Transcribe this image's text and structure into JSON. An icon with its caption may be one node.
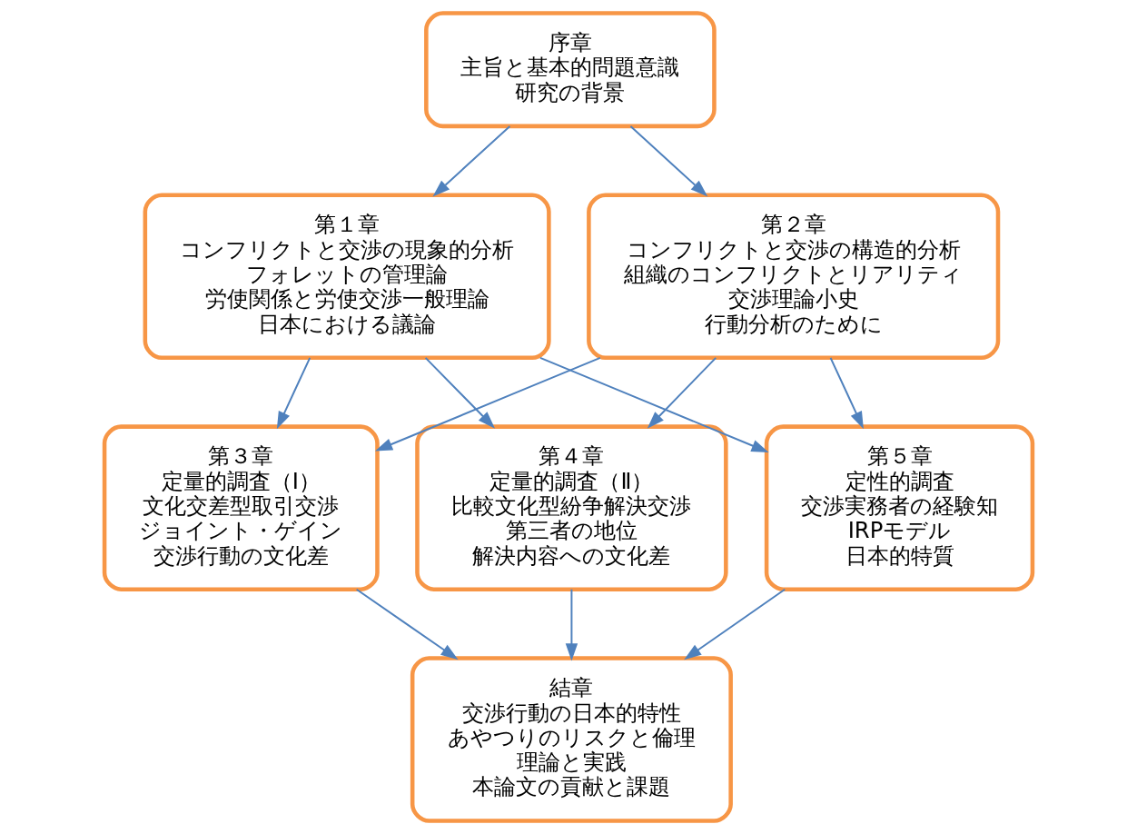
{
  "diagram": {
    "nodes": [
      {
        "text": [
          "序章",
          "主旨と基本的問題意識",
          "研究の背景"
        ]
      },
      {
        "text": [
          "第１章",
          "コンフリクトと交渉の現象的分析",
          "フォレットの管理論",
          "労使関係と労使交渉一般理論",
          "日本における議論"
        ]
      },
      {
        "text": [
          "第２章",
          "コンフリクトと交渉の構造的分析",
          "組織のコンフリクトとリアリティ",
          "交渉理論小史",
          "行動分析のために"
        ]
      },
      {
        "text": [
          "第３章",
          "定量的調査（Ⅰ）",
          "文化交差型取引交渉",
          "ジョイント・ゲイン",
          "交渉行動の文化差"
        ]
      },
      {
        "text": [
          "第４章",
          "定量的調査（Ⅱ）",
          "比較文化型紛争解決交渉",
          "第三者の地位",
          "解決内容への文化差"
        ]
      },
      {
        "text": [
          "第５章",
          "定性的調査",
          "交渉実務者の経験知",
          "IRPモデル",
          "日本的特質"
        ]
      },
      {
        "text": [
          "結章",
          "交渉行動の日本的特性",
          "あやつりのリスクと倫理",
          "理論と実践",
          "本論文の貢献と課題"
        ]
      }
    ],
    "edges": [
      {
        "from": 0,
        "to": 1,
        "arrow": "to"
      },
      {
        "from": 0,
        "to": 2,
        "arrow": "to"
      },
      {
        "from": 1,
        "to": 3,
        "arrow": "to"
      },
      {
        "from": 1,
        "to": 4,
        "arrow": "to"
      },
      {
        "from": 1,
        "to": 5,
        "arrow": "to"
      },
      {
        "from": 2,
        "to": 3,
        "arrow": "to"
      },
      {
        "from": 2,
        "to": 4,
        "arrow": "to"
      },
      {
        "from": 2,
        "to": 5,
        "arrow": "to"
      },
      {
        "from": 3,
        "to": 6,
        "arrow": "to"
      },
      {
        "from": 4,
        "to": 6,
        "arrow": "to"
      },
      {
        "from": 5,
        "to": 6,
        "arrow": "to"
      }
    ]
  }
}
